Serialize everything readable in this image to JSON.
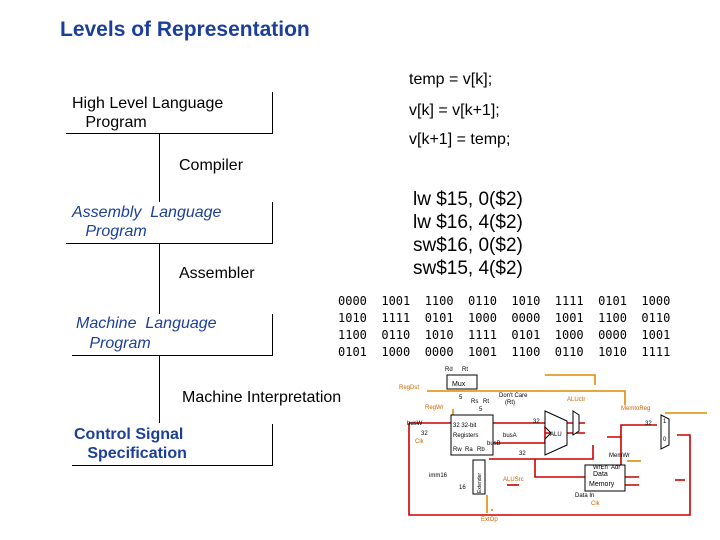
{
  "title": "Levels of Representation",
  "levels": {
    "high_level": {
      "line1": "High Level Language",
      "line2": "   Program"
    },
    "compiler": "Compiler",
    "assembly": {
      "line1": "Assembly  Language",
      "line2": "   Program"
    },
    "assembler": "Assembler",
    "machine": {
      "line1": "Machine  Language",
      "line2": "   Program"
    },
    "interpretation": "Machine Interpretation",
    "control": {
      "line1": "Control Signal",
      "line2": "   Specification"
    }
  },
  "c_code": [
    "temp = v[k];",
    "v[k] = v[k+1];",
    "v[k+1] = temp;"
  ],
  "asm_code": [
    "lw $15, 0($2)",
    "lw $16, 4($2)",
    "sw$16, 0($2)",
    "sw$15, 4($2)"
  ],
  "machine_code": [
    "0000  1001  1100  0110  1010  1111  0101  1000",
    "1010  1111  0101  1000  0000  1001  1100  0110",
    "1100  0110  1010  1111  0101  1000  0000  1001",
    "0101  1000  0000  1001  1100  0110  1010  1111"
  ],
  "datapath": {
    "rd": "Rd",
    "rt": "Rt",
    "regdst": "RegDst",
    "mux": "Mux",
    "regwr": "RegWr",
    "rs": "Rs",
    "rt2": "Rt",
    "dontcare": "Don't Care",
    "rt_rd": "(Rt)",
    "alusrc": "ALUSrc",
    "alu": "ALU",
    "aluctr": "ALUctr",
    "memtoreg": "MemtoReg",
    "busw": "busW",
    "busa": "busA",
    "busb": "busB",
    "reg_line1": "32 32-bit",
    "reg_line2": "Registers",
    "rw": "Rw",
    "ra": "Ra",
    "rb": "Rb",
    "clk": "Clk",
    "imm16": "imm16",
    "extender": "Extender",
    "memwr": "MemWr",
    "wrenb": "WrEn",
    "adr": "Adr",
    "datain": "Data In",
    "data_mem1": "Data",
    "data_mem2": "Memory",
    "extop": "ExtOp",
    "n32": "32",
    "n5": "5",
    "n16": "16",
    "n0": "0",
    "n1": "1"
  }
}
